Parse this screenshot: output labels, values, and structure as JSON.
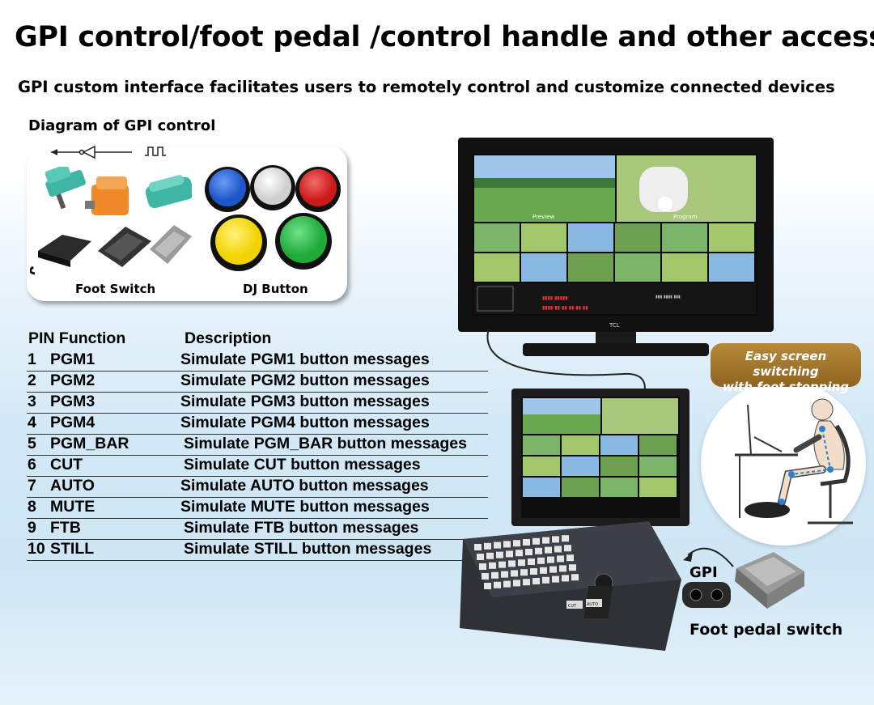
{
  "title": "GPI control/foot pedal /control handle and other access",
  "subtitle": "GPI custom interface facilitates users to remotely control and customize connected devices",
  "diagram": {
    "label": "Diagram of GPI control",
    "foot_switch_caption": "Foot Switch",
    "dj_button_caption": "DJ Button"
  },
  "pin_table": {
    "header_pin": "PIN Function",
    "header_desc": "Description",
    "rows": [
      {
        "num": "1",
        "func": "PGM1",
        "desc": "Simulate PGM1 button messages"
      },
      {
        "num": "2",
        "func": "PGM2",
        "desc": "Simulate PGM2 button messages"
      },
      {
        "num": "3",
        "func": "PGM3",
        "desc": "Simulate PGM3 button messages"
      },
      {
        "num": "4",
        "func": "PGM4",
        "desc": "Simulate PGM4 button messages"
      },
      {
        "num": "5",
        "func": "PGM_BAR",
        "desc": "Simulate PGM_BAR button messages"
      },
      {
        "num": "6",
        "func": "CUT",
        "desc": "Simulate CUT button messages"
      },
      {
        "num": "7",
        "func": "AUTO",
        "desc": "Simulate AUTO button messages"
      },
      {
        "num": "8",
        "func": "MUTE",
        "desc": "Simulate MUTE button messages"
      },
      {
        "num": "9",
        "func": "FTB",
        "desc": "Simulate FTB button messages"
      },
      {
        "num": "10",
        "func": "STILL",
        "desc": "Simulate STILL button messages"
      }
    ]
  },
  "monitor": {
    "brand": "TCL",
    "preview_label": "Preview",
    "program_label": "Program"
  },
  "switcher": {
    "cut_label": "CUT",
    "auto_label": "AUTO"
  },
  "bubble": {
    "line1": "Easy screen switching",
    "line2": "with foot stepping"
  },
  "gpi_label": "GPI",
  "pedal_label": "Foot pedal switch",
  "colors": {
    "bubble": "#a27730",
    "dj_blue": "#1d56c9",
    "dj_red": "#cc1a1a",
    "dj_yellow": "#f2d300",
    "dj_green": "#1faa3a",
    "pedal_teal": "#3fb6a5",
    "pedal_orange": "#f0892a"
  }
}
